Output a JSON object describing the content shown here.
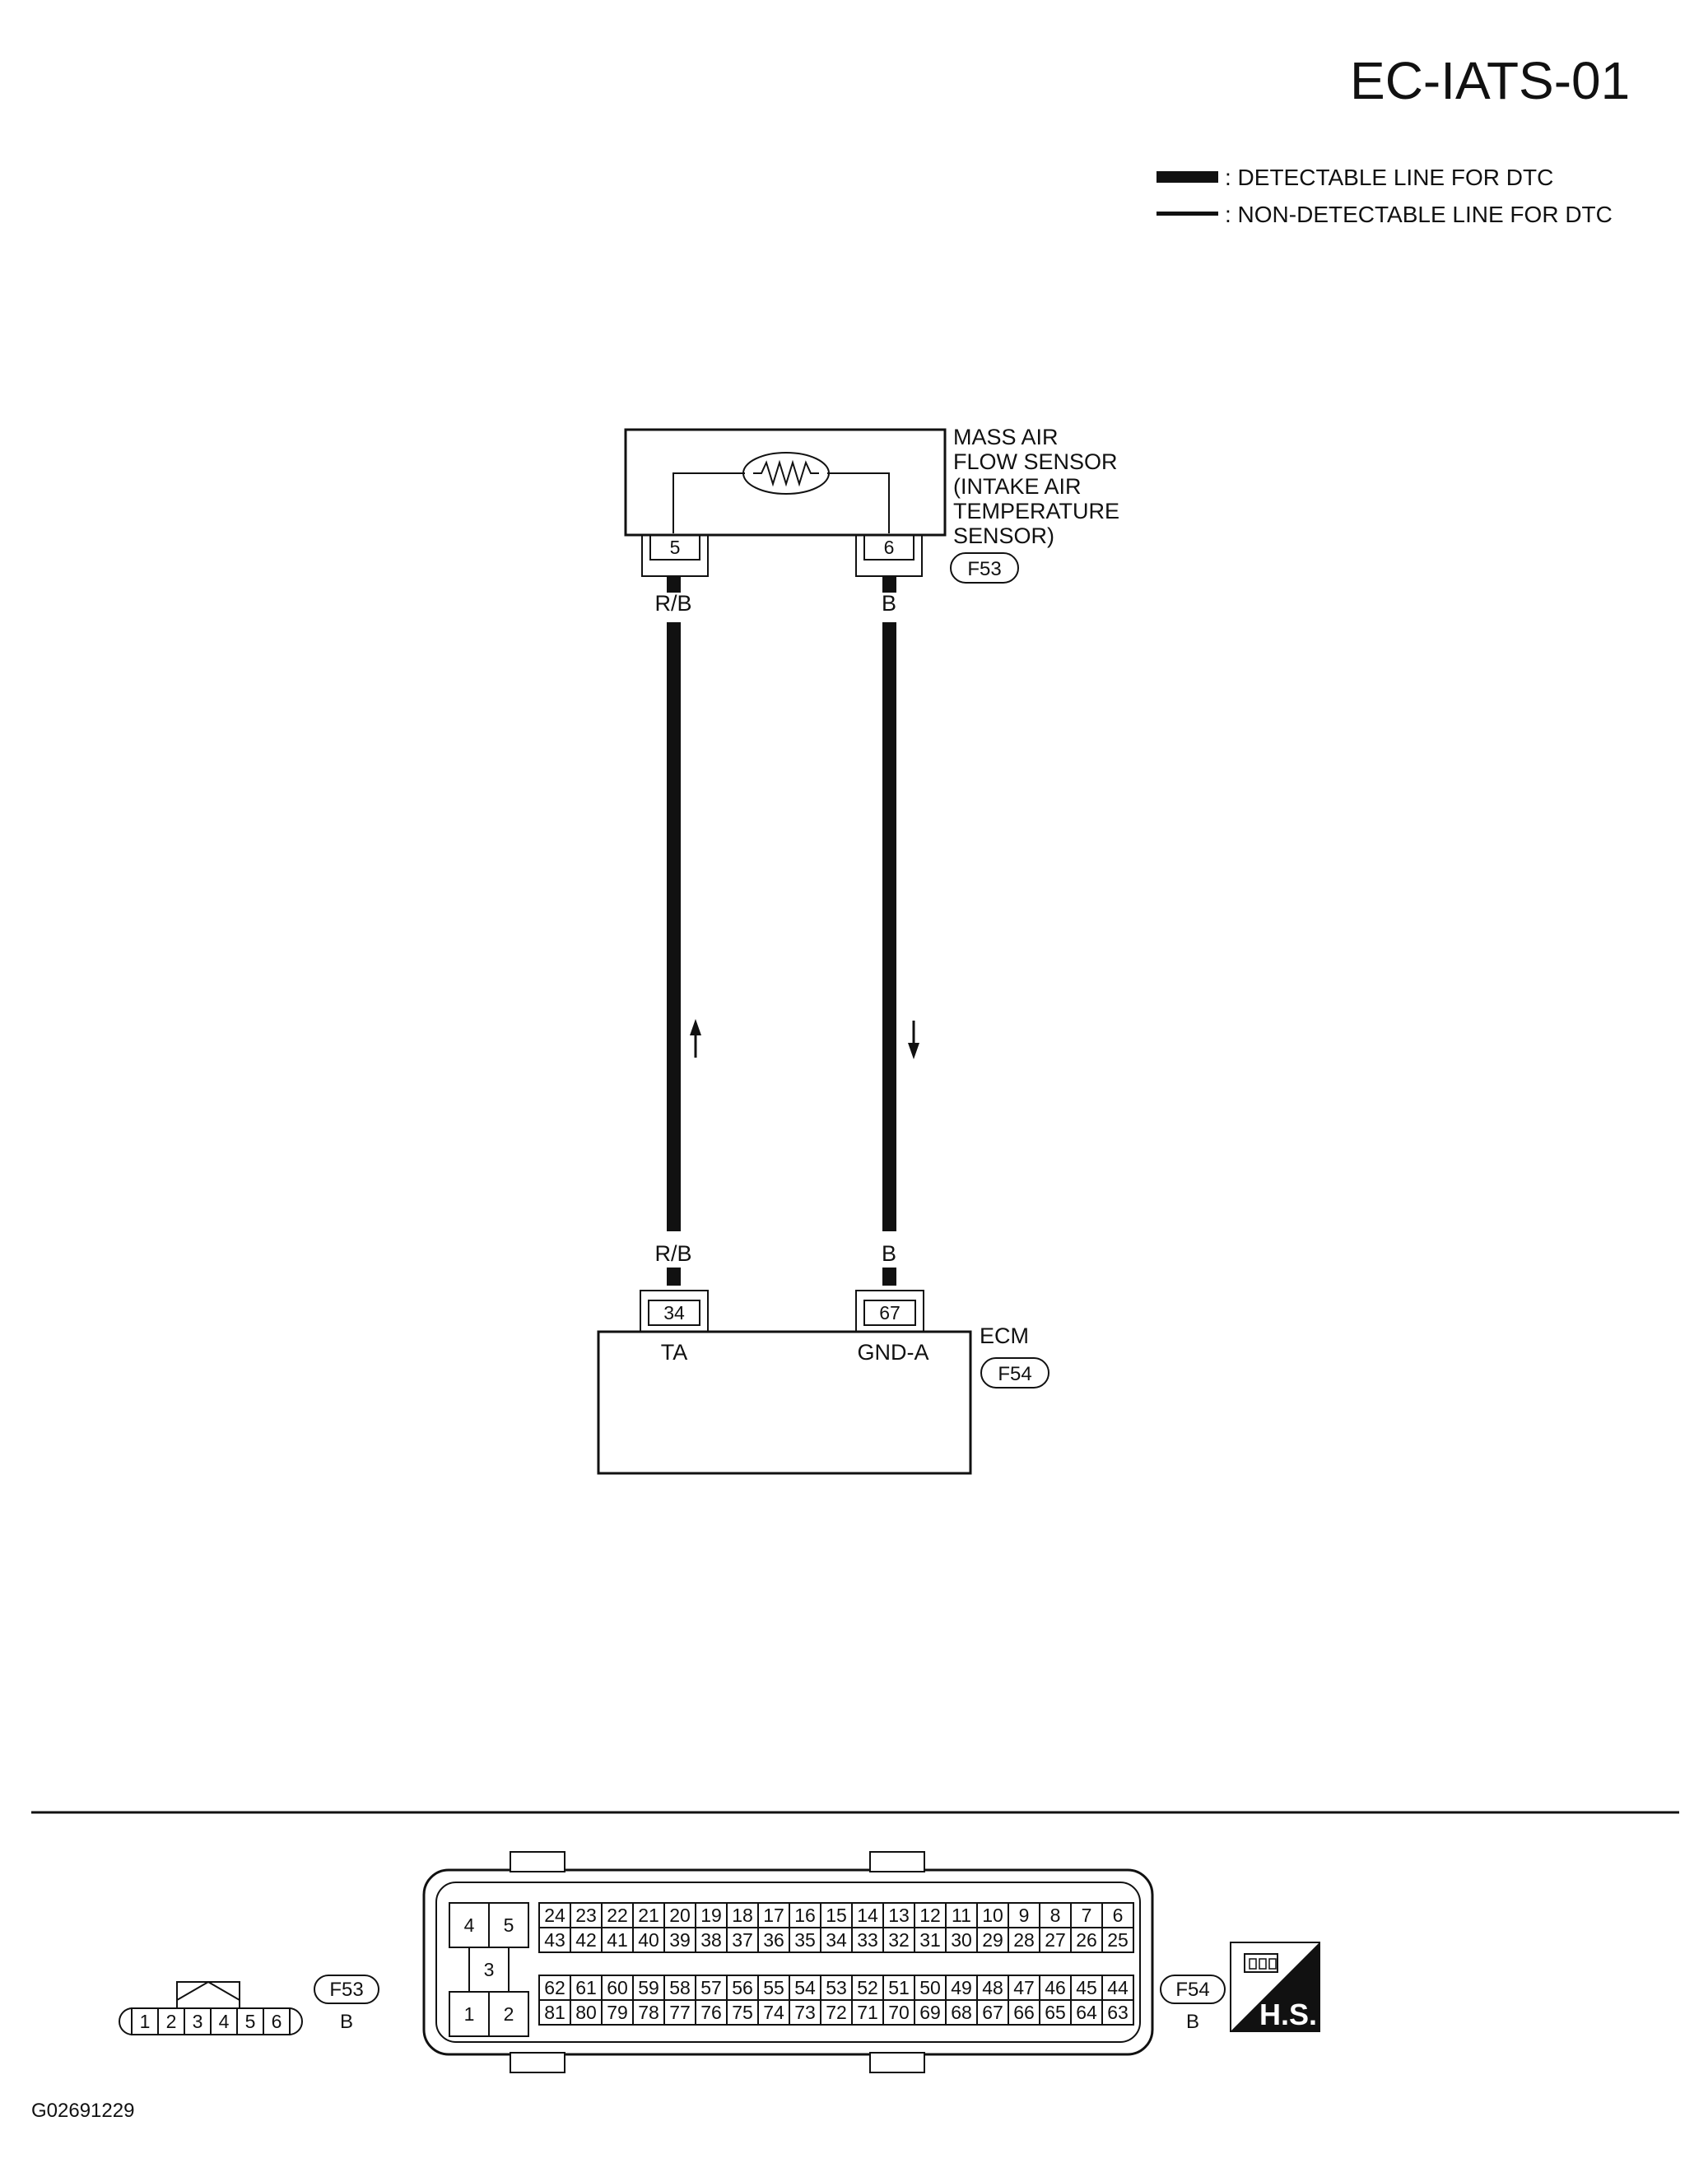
{
  "title": "EC-IATS-01",
  "legend": {
    "detectable": ": DETECTABLE LINE FOR DTC",
    "non_detectable": ": NON-DETECTABLE LINE FOR DTC"
  },
  "sensor": {
    "name_lines": [
      "MASS AIR",
      "FLOW SENSOR",
      "(INTAKE AIR",
      "TEMPERATURE",
      "SENSOR)"
    ],
    "connector": "F53",
    "pin_left": "5",
    "pin_right": "6"
  },
  "wires": {
    "left_color": "R/B",
    "right_color": "B"
  },
  "ecm": {
    "name": "ECM",
    "connector": "F54",
    "pin_left": "34",
    "pin_right": "67",
    "terminal_left": "TA",
    "terminal_right": "GND-A"
  },
  "connector_views": {
    "f53": {
      "label": "F53",
      "color": "B",
      "pins": [
        "1",
        "2",
        "3",
        "4",
        "5",
        "6"
      ]
    },
    "f54": {
      "label": "F54",
      "color": "B",
      "left_block": [
        "4",
        "5",
        "3",
        "1",
        "2"
      ],
      "row1": [
        "24",
        "23",
        "22",
        "21",
        "20",
        "19",
        "18",
        "17",
        "16",
        "15",
        "14",
        "13",
        "12",
        "11",
        "10",
        "9",
        "8",
        "7",
        "6"
      ],
      "row2": [
        "43",
        "42",
        "41",
        "40",
        "39",
        "38",
        "37",
        "36",
        "35",
        "34",
        "33",
        "32",
        "31",
        "30",
        "29",
        "28",
        "27",
        "26",
        "25"
      ],
      "row3": [
        "62",
        "61",
        "60",
        "59",
        "58",
        "57",
        "56",
        "55",
        "54",
        "53",
        "52",
        "51",
        "50",
        "49",
        "48",
        "47",
        "46",
        "45",
        "44"
      ],
      "row4": [
        "81",
        "80",
        "79",
        "78",
        "77",
        "76",
        "75",
        "74",
        "73",
        "72",
        "71",
        "70",
        "69",
        "68",
        "67",
        "66",
        "65",
        "64",
        "63"
      ]
    },
    "hs_label": "H.S."
  },
  "figure_id": "G02691229"
}
